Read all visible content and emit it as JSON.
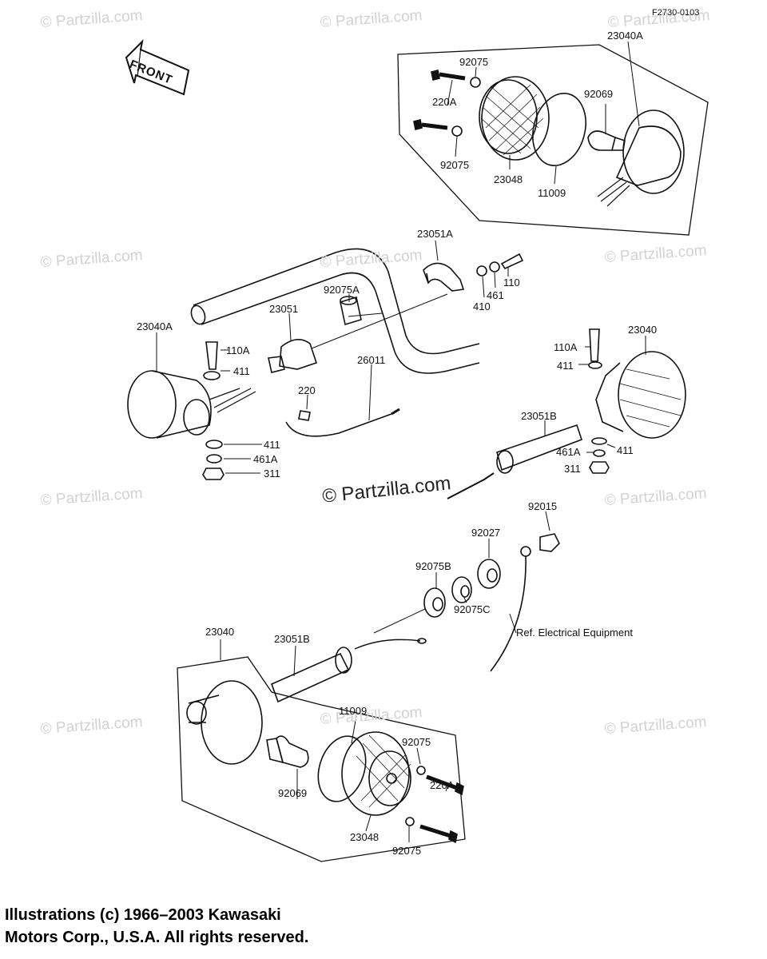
{
  "diagram_code": "F2730-0103",
  "front_label": "FRONT",
  "center_watermark": "© Partzilla.com",
  "watermark_text": "© Partzilla.com",
  "ref_note": "Ref. Electrical Equipment",
  "copyright_line1": "Illustrations (c) 1966–2003 Kawasaki",
  "copyright_line2": "Motors Corp., U.S.A.  All rights reserved.",
  "parts": {
    "top_23040A": "23040A",
    "top_92075_upper": "92075",
    "top_220A": "220A",
    "top_92069": "92069",
    "top_92075_lower": "92075",
    "top_23048": "23048",
    "top_11009": "11009",
    "p23051A": "23051A",
    "p92075A": "92075A",
    "p23051": "23051",
    "p410": "410",
    "p461": "461",
    "p110": "110",
    "left_23040A": "23040A",
    "left_110A": "110A",
    "left_411_top": "411",
    "left_411_bottom": "411",
    "left_461A": "461A",
    "left_311": "311",
    "p220": "220",
    "p26011": "26011",
    "right_23040": "23040",
    "right_110A": "110A",
    "right_411_top": "411",
    "right_23051B": "23051B",
    "right_461A": "461A",
    "right_411_bottom": "411",
    "right_311": "311",
    "p92015": "92015",
    "p92027": "92027",
    "p92075B": "92075B",
    "p92075C": "92075C",
    "bottom_23040": "23040",
    "bottom_23051B": "23051B",
    "bottom_11009": "11009",
    "bottom_92075_upper": "92075",
    "bottom_220A": "220A",
    "bottom_92069": "92069",
    "bottom_23048": "23048",
    "bottom_92075_lower": "92075"
  }
}
